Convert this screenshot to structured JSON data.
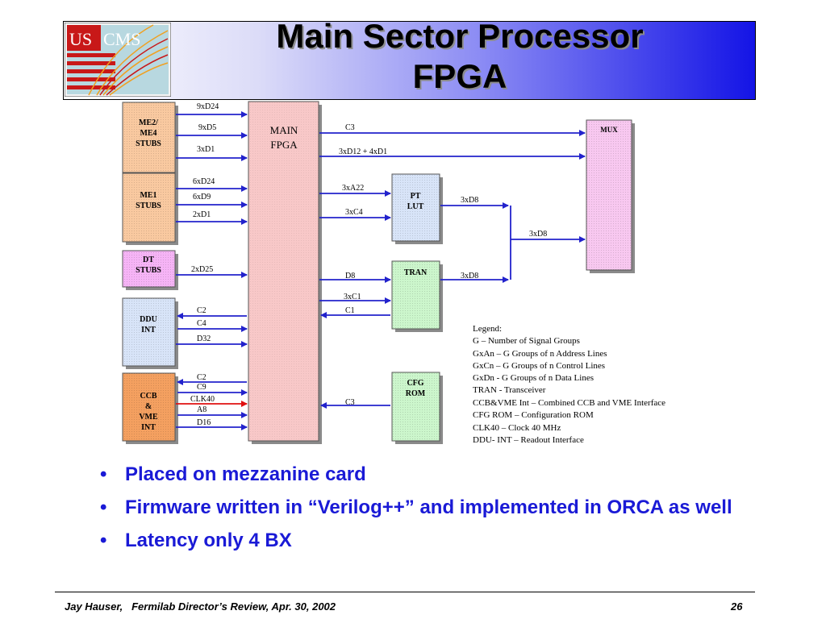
{
  "title": {
    "line1": "Main Sector Processor",
    "line2": "FPGA"
  },
  "logo": {
    "text1": "US",
    "text2": "CMS"
  },
  "colors": {
    "accent": "#1414e6",
    "bullet_text": "#1a1ad6",
    "orange_box": "#f9c9a0",
    "pink_box": "#f8c8c8",
    "blue_box": "#d8e4f8",
    "green_box": "#ccf6cc",
    "violet_box": "#f6b4f6",
    "arrow": "#2222cc",
    "clk_arrow": "#e01010"
  },
  "blocks": {
    "me2": {
      "line1": "ME2/",
      "line2": "ME4",
      "line3": "STUBS"
    },
    "me1": {
      "line1": "ME1",
      "line2": "STUBS"
    },
    "dt": {
      "line1": "DT",
      "line2": "STUBS"
    },
    "ddu": {
      "line1": "DDU",
      "line2": "INT"
    },
    "ccb": {
      "line1": "CCB",
      "line2": "&",
      "line3": "VME",
      "line4": "INT"
    },
    "main": {
      "line1": "MAIN",
      "line2": "FPGA"
    },
    "pt": {
      "line1": "PT",
      "line2": "LUT"
    },
    "tran": {
      "line1": "TRAN"
    },
    "cfg": {
      "line1": "CFG",
      "line2": "ROM"
    },
    "mux": {
      "line1": "MUX"
    }
  },
  "signals": {
    "me2_a": "9xD24",
    "me2_b": "9xD5",
    "me2_c": "3xD1",
    "me1_a": "6xD24",
    "me1_b": "6xD9",
    "me1_c": "2xD1",
    "dt_a": "2xD25",
    "ddu_a": "C2",
    "ddu_b": "C4",
    "ddu_c": "D32",
    "ccb_a": "C2",
    "ccb_b": "C9",
    "ccb_c": "CLK40",
    "ccb_d": "A8",
    "ccb_e": "D16",
    "mux_c3": "C3",
    "mux_d": "3xD12 + 4xD1",
    "pt_a": "3xA22",
    "pt_b": "3xC4",
    "pt_out": "3xD8",
    "merge": "3xD8",
    "tran_a": "D8",
    "tran_out": "3xD8",
    "tran_b": "3xC1",
    "tran_c": "C1",
    "cfg_a": "C3"
  },
  "legend": {
    "items": [
      "Legend:",
      "G – Number of Signal Groups",
      "GxAn – G Groups of n Address Lines",
      "GxCn – G Groups of n Control Lines",
      "GxDn  - G Groups of n Data Lines",
      "TRAN - Transceiver",
      "CCB&VME Int – Combined CCB and VME Interface",
      "CFG ROM – Configuration ROM",
      "CLK40 – Clock 40 MHz",
      "DDU- INT – Readout Interface"
    ]
  },
  "bullets": [
    "Placed on mezzanine card",
    "Firmware written in “Verilog++” and implemented in ORCA as well",
    "Latency only 4 BX"
  ],
  "footer": {
    "left": "Jay Hauser,   Fermilab Director’s Review, Apr. 30, 2002",
    "page": "26"
  }
}
